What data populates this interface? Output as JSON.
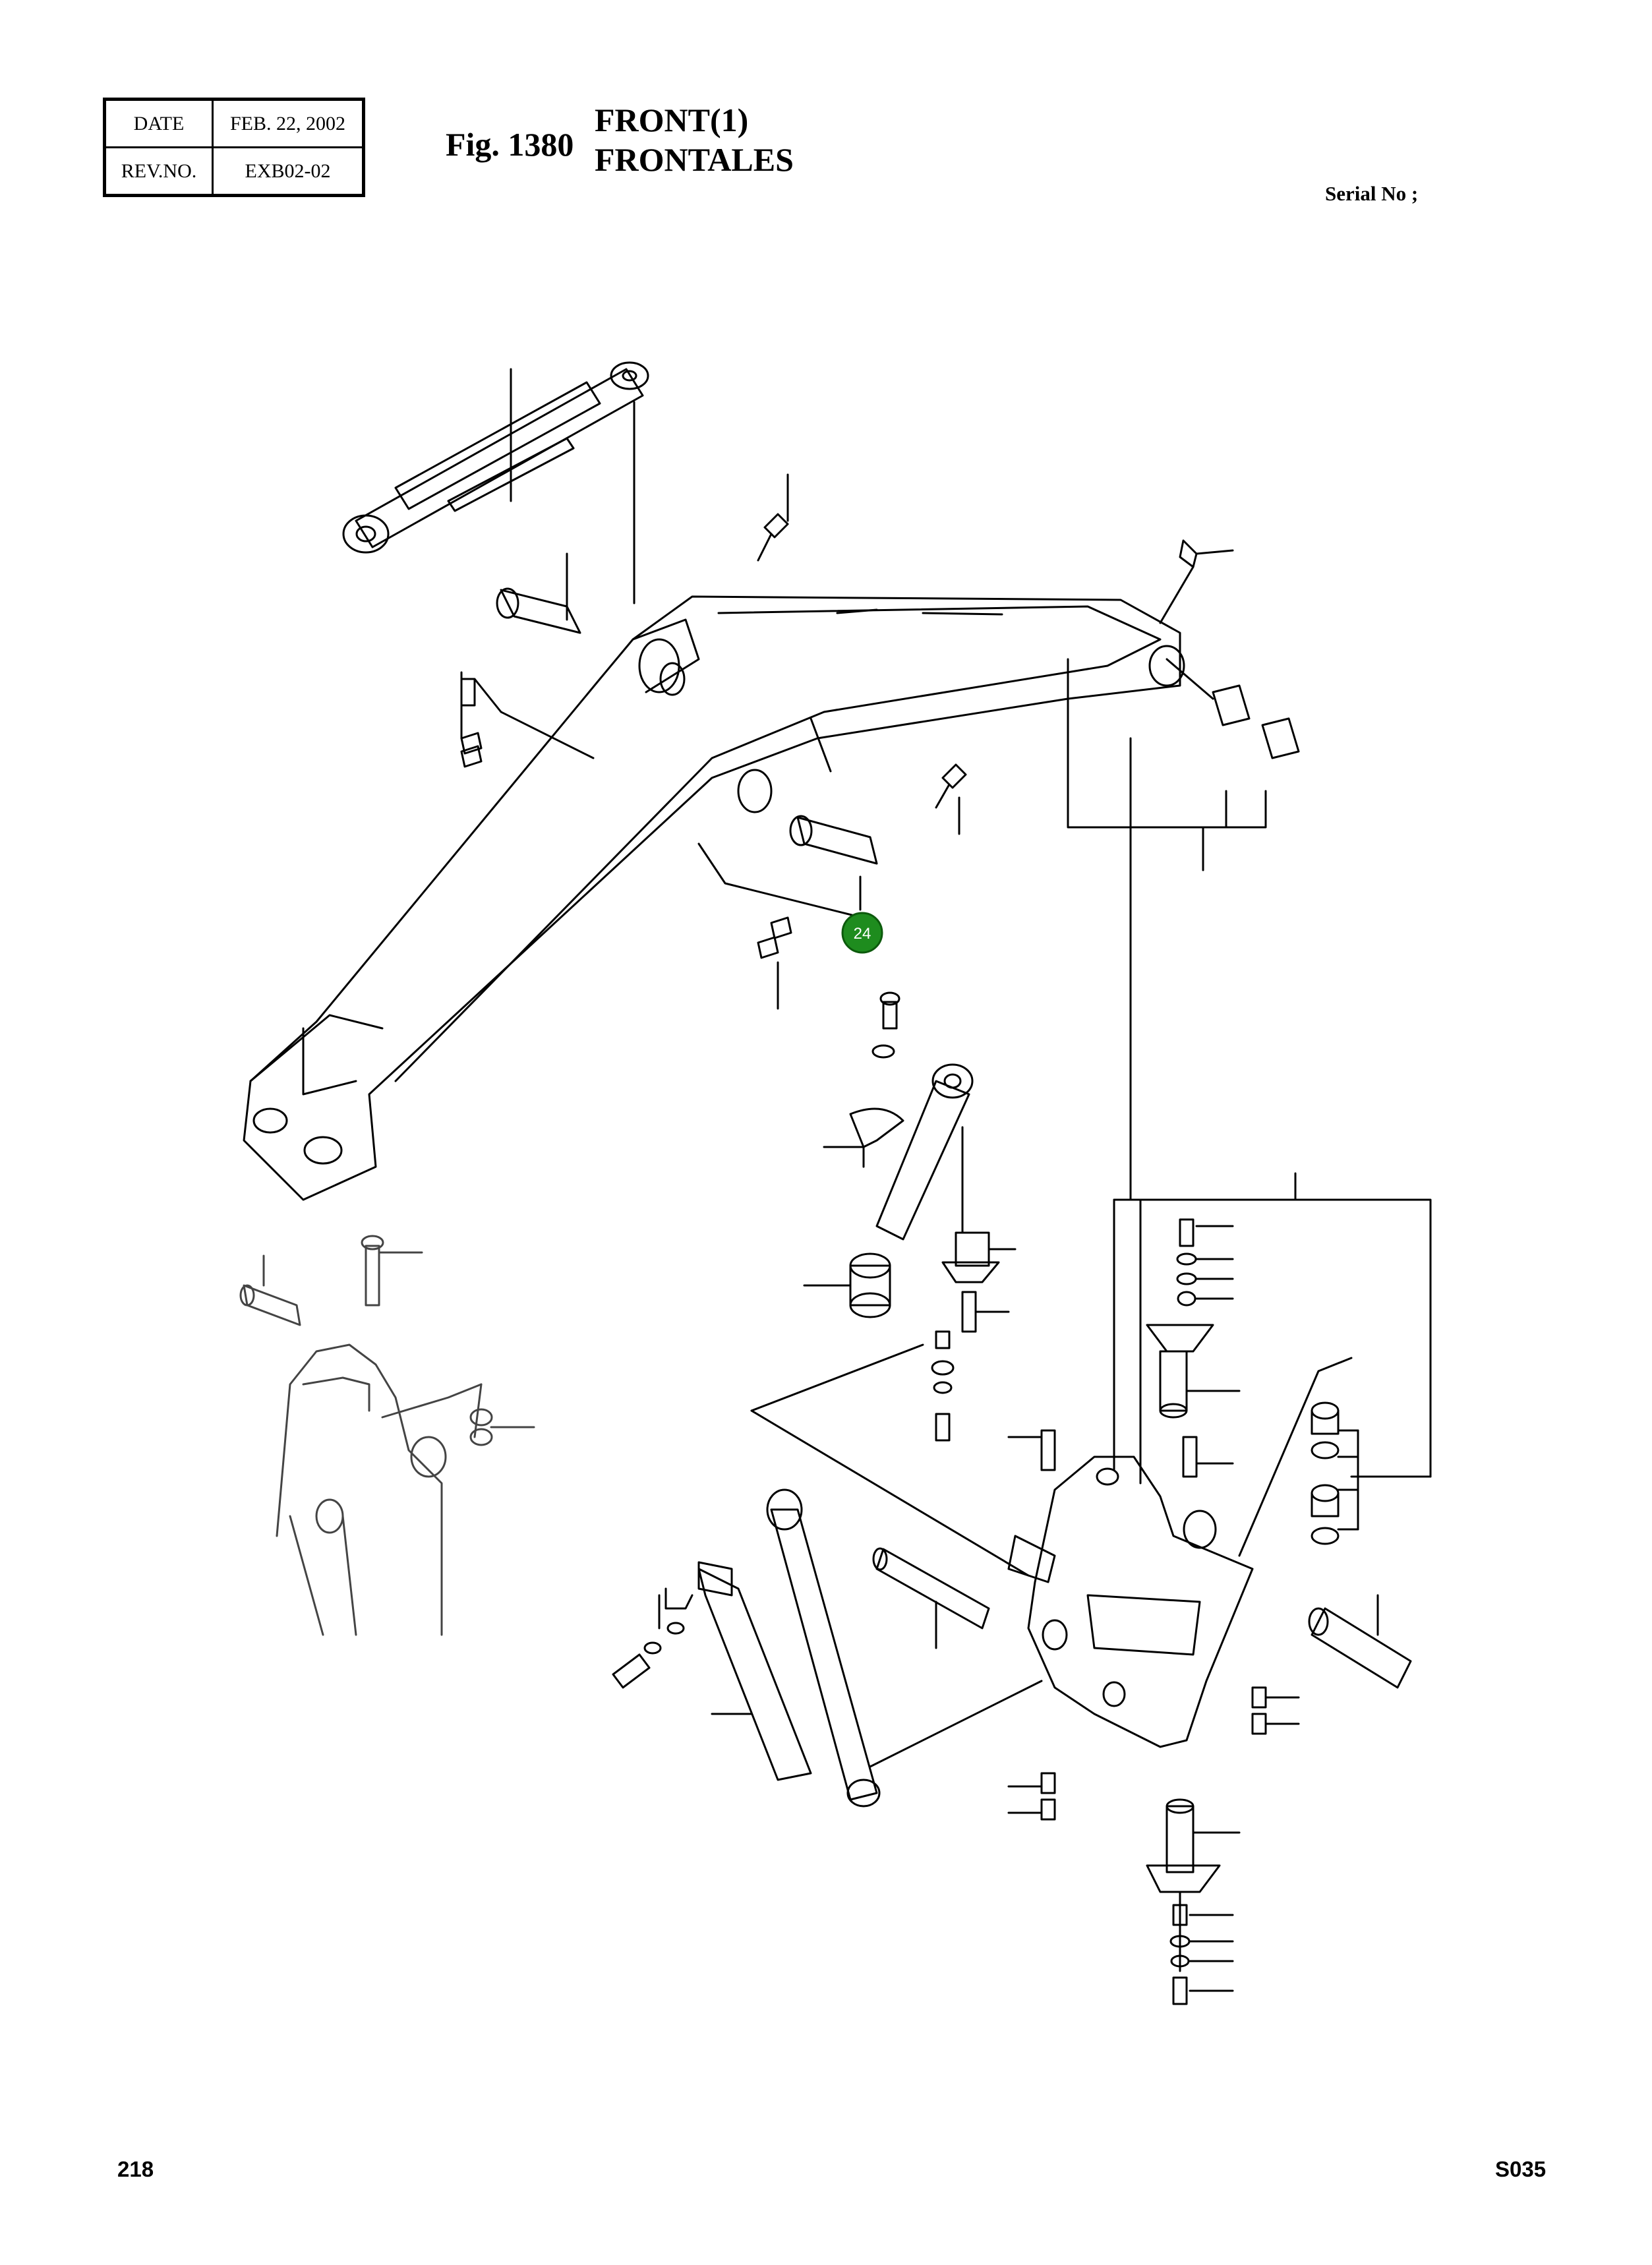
{
  "header": {
    "date_label": "DATE",
    "date_value": "FEB. 22, 2002",
    "rev_label": "REV.NO.",
    "rev_value": "EXB02-02"
  },
  "figure": {
    "number": "Fig. 1380",
    "title_line1": "FRONT(1)",
    "title_line2": "FRONTALES"
  },
  "serial_label": "Serial No ;",
  "callouts": [
    {
      "label": "24",
      "color": "#1e8c1e"
    }
  ],
  "footer": {
    "page_number": "218",
    "sheet_code": "S035"
  }
}
